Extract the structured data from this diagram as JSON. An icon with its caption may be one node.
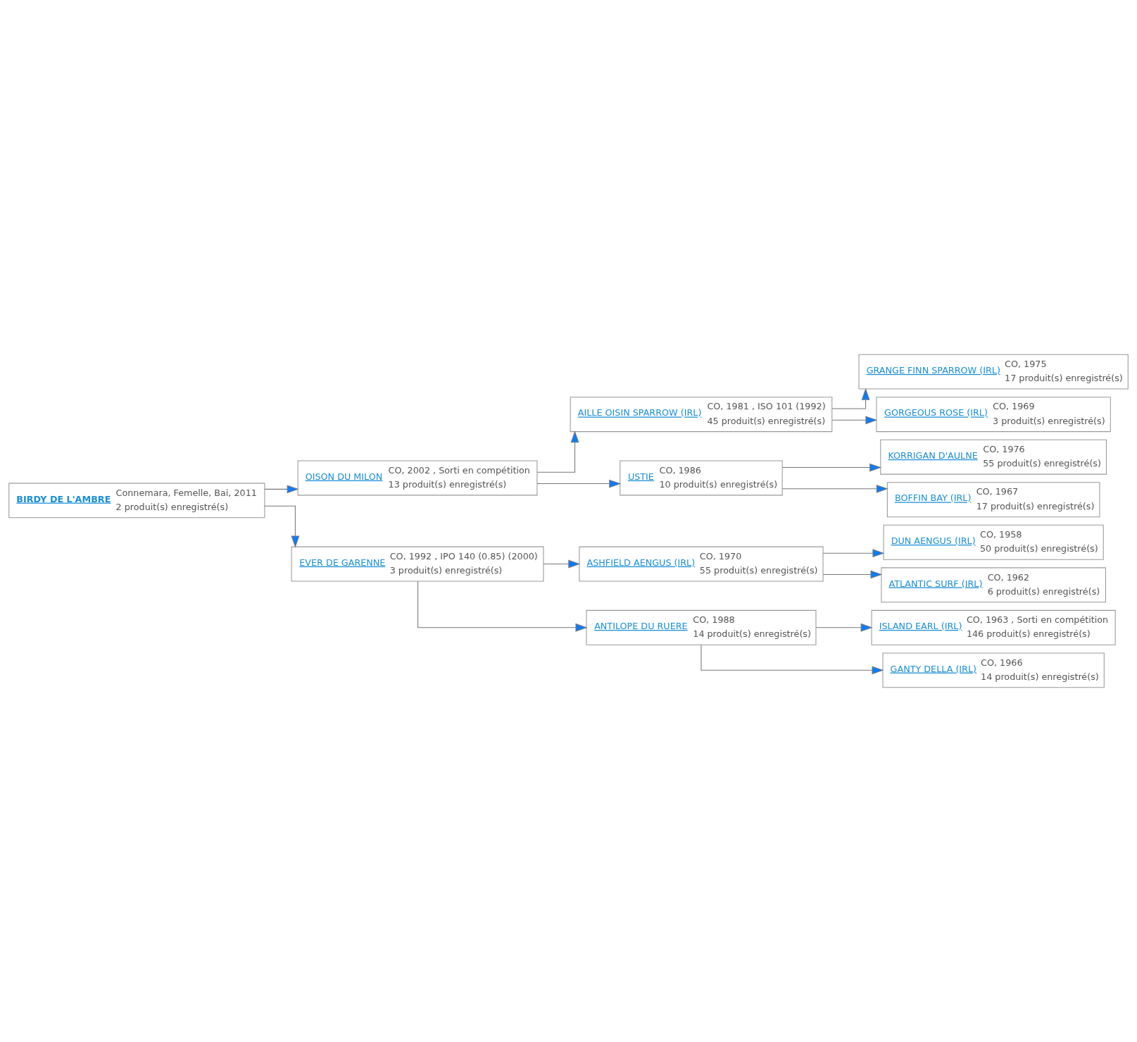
{
  "diagram": {
    "nodes": [
      {
        "text": [
          "GRANGE FINN SPARROW (IRL)",
          "CO, 1975",
          "17 produit(s) enregistré(s)"
        ]
      },
      {
        "text": [
          "AILLE OISIN SPARROW (IRL)",
          "CO, 1981 , ISO 101 (1992)",
          "45 produit(s) enregistré(s)"
        ]
      },
      {
        "text": [
          "GORGEOUS ROSE (IRL)",
          "CO, 1969",
          "3 produit(s) enregistré(s)"
        ]
      },
      {
        "text": [
          "OISON DU MILON",
          "CO, 2002 , Sorti en compétition",
          "13 produit(s) enregistré(s)"
        ]
      },
      {
        "text": [
          "KORRIGAN D'AULNE",
          "CO, 1976",
          "55 produit(s) enregistré(s)"
        ]
      },
      {
        "text": [
          "USTIE",
          "CO, 1986",
          "10 produit(s) enregistré(s)"
        ]
      },
      {
        "text": [
          "BOFFIN BAY (IRL)",
          "CO, 1967",
          "17 produit(s) enregistré(s)"
        ]
      },
      {
        "text": [
          "BIRDY DE L'AMBRE",
          "Connemara, Femelle, Bai, 2011",
          "2 produit(s) enregistré(s)"
        ]
      },
      {
        "text": [
          "DUN AENGUS (IRL)",
          "CO, 1958",
          "50 produit(s) enregistré(s)"
        ]
      },
      {
        "text": [
          "ASHFIELD AENGUS (IRL)",
          "CO, 1970",
          "55 produit(s) enregistré(s)"
        ]
      },
      {
        "text": [
          "ATLANTIC SURF (IRL)",
          "CO, 1962",
          "6 produit(s) enregistré(s)"
        ]
      },
      {
        "text": [
          "EVER DE GARENNE",
          "CO, 1992 , IPO 140 (0.85) (2000)",
          "3 produit(s) enregistré(s)"
        ]
      },
      {
        "text": [
          "ISLAND EARL (IRL)",
          "CO, 1963 , Sorti en compétition",
          "146 produit(s) enregistré(s)"
        ]
      },
      {
        "text": [
          "ANTILOPE DU RUERE",
          "CO, 1988",
          "14 produit(s) enregistré(s)"
        ]
      },
      {
        "text": [
          "GANTY DELLA (IRL)",
          "CO, 1966",
          "14 produit(s) enregistré(s)"
        ]
      }
    ],
    "edges": [
      {
        "from": 7,
        "to": 3,
        "arrow": "to"
      },
      {
        "from": 7,
        "to": 11,
        "arrow": "to"
      },
      {
        "from": 3,
        "to": 1,
        "arrow": "to"
      },
      {
        "from": 3,
        "to": 5,
        "arrow": "to"
      },
      {
        "from": 1,
        "to": 0,
        "arrow": "to"
      },
      {
        "from": 1,
        "to": 2,
        "arrow": "to"
      },
      {
        "from": 5,
        "to": 4,
        "arrow": "to"
      },
      {
        "from": 5,
        "to": 6,
        "arrow": "to"
      },
      {
        "from": 11,
        "to": 9,
        "arrow": "to"
      },
      {
        "from": 11,
        "to": 13,
        "arrow": "to"
      },
      {
        "from": 9,
        "to": 8,
        "arrow": "to"
      },
      {
        "from": 9,
        "to": 10,
        "arrow": "to"
      },
      {
        "from": 13,
        "to": 12,
        "arrow": "to"
      },
      {
        "from": 13,
        "to": 14,
        "arrow": "to"
      }
    ]
  }
}
